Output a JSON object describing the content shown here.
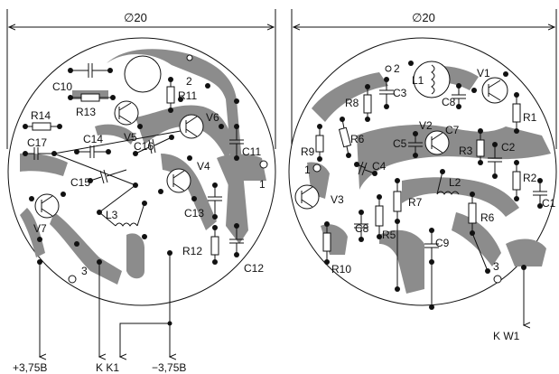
{
  "left_board": {
    "diameter": "∅20",
    "labels": {
      "c10": "C10",
      "r13": "R13",
      "r11": "R11",
      "n2": "2",
      "r14": "R14",
      "v5": "V5",
      "v6": "V6",
      "c17": "C17",
      "c14": "C14",
      "c16": "C16",
      "c11": "C11",
      "n1": "1",
      "v4": "V4",
      "c15": "C15",
      "c13": "C13",
      "v7": "V7",
      "l3": "L3",
      "r12": "R12",
      "c12": "C12",
      "n3": "3"
    },
    "terminals": {
      "plus": "+3,75B",
      "kk1": "K K1",
      "minus": "−3,75B"
    }
  },
  "right_board": {
    "diameter": "∅20",
    "labels": {
      "n2": "2",
      "l1": "L1",
      "v1": "V1",
      "c3": "C3",
      "c8a": "C8",
      "r8": "R8",
      "c7": "C7",
      "r1": "R1",
      "v2": "V2",
      "r6a": "R6",
      "c5": "C5",
      "r3": "R3",
      "c2": "C2",
      "r9": "R9",
      "n1": "1",
      "c4": "C4",
      "r2": "R2",
      "l2": "L2",
      "v3": "V3",
      "r7": "R7",
      "c1": "C1",
      "r6b": "R6",
      "c8b": "C8",
      "r5": "R5",
      "c9": "C9",
      "r10": "R10",
      "n3": "3"
    },
    "terminals": {
      "kw1": "K W1"
    }
  }
}
